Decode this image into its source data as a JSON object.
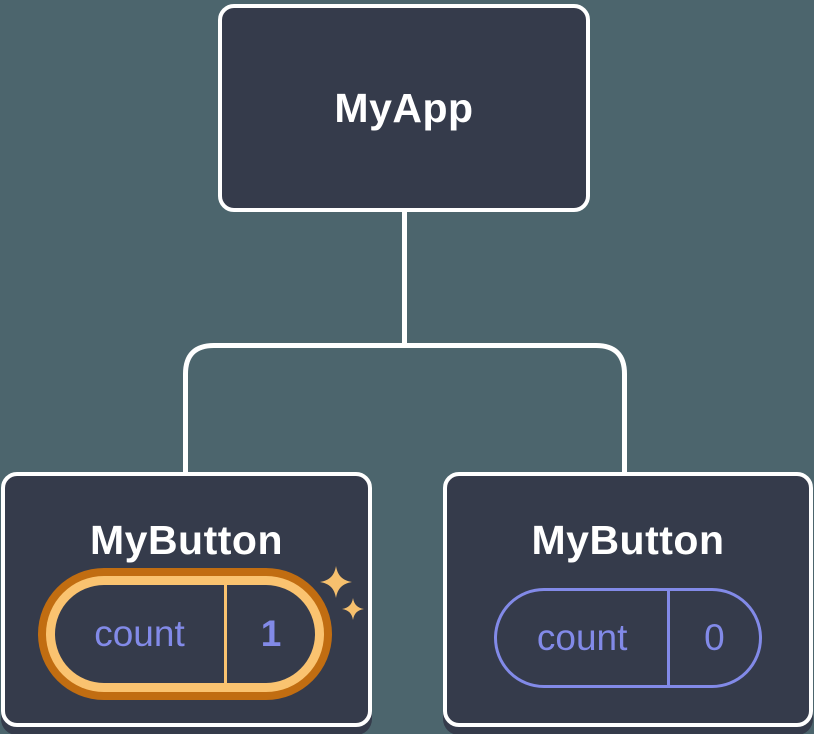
{
  "diagram": {
    "root": {
      "label": "MyApp"
    },
    "children": [
      {
        "label": "MyButton",
        "state": {
          "name": "count",
          "value": "1"
        },
        "highlighted": true
      },
      {
        "label": "MyButton",
        "state": {
          "name": "count",
          "value": "0"
        },
        "highlighted": false
      }
    ]
  },
  "colors": {
    "background": "#4C656D",
    "node_bg": "#353B4B",
    "node_border": "#FFFFFF",
    "connector": "#FFFFFF",
    "text_title": "#FFFFFF",
    "state_purple": "#828AE8",
    "highlight_orange_dark": "#C16D11",
    "highlight_orange_light": "#FAC370",
    "sparkle_gold": "#F6C06E"
  }
}
